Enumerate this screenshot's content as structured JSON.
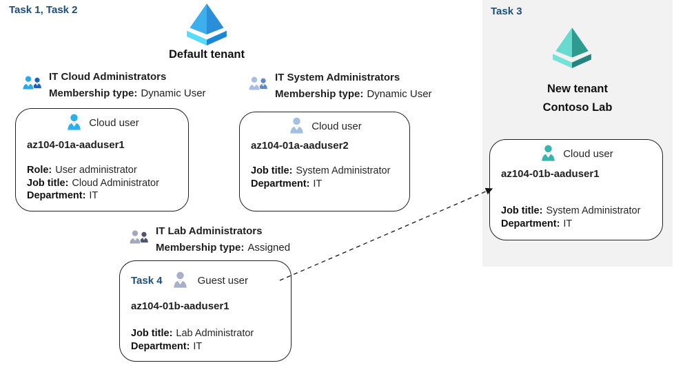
{
  "left_section": {
    "task_label": "Task 1, Task 2",
    "tenant": {
      "name": "Default tenant"
    },
    "groups": [
      {
        "name": "IT Cloud Administrators",
        "membership_label": "Membership type:",
        "membership_value": "Dynamic User"
      },
      {
        "name": "IT System Administrators",
        "membership_label": "Membership type:",
        "membership_value": "Dynamic User"
      },
      {
        "name": "IT Lab Administrators",
        "membership_label": "Membership type:",
        "membership_value": "Assigned"
      }
    ],
    "cards": [
      {
        "user_type": "Cloud user",
        "username": "az104-01a-aaduser1",
        "attributes": [
          {
            "label": "Role:",
            "value": "User administrator"
          },
          {
            "label": "Job title:",
            "value": "Cloud Administrator"
          },
          {
            "label": "Department:",
            "value": "IT"
          }
        ]
      },
      {
        "user_type": "Cloud user",
        "username": "az104-01a-aaduser2",
        "attributes": [
          {
            "label": "Job title:",
            "value": "System Administrator"
          },
          {
            "label": "Department:",
            "value": "IT"
          }
        ]
      },
      {
        "task_label": "Task 4",
        "user_type": "Guest user",
        "username": "az104-01b-aaduser1",
        "attributes": [
          {
            "label": "Job title:",
            "value": "Lab Administrator"
          },
          {
            "label": "Department:",
            "value": "IT"
          }
        ]
      }
    ]
  },
  "right_section": {
    "task_label": "Task 3",
    "tenant": {
      "name_line1": "New tenant",
      "name_line2": "Contoso Lab"
    },
    "card": {
      "user_type": "Cloud user",
      "username": "az104-01b-aaduser1",
      "attributes": [
        {
          "label": "Job title:",
          "value": "System Administrator"
        },
        {
          "label": "Department:",
          "value": "IT"
        }
      ]
    }
  },
  "icons": {
    "tenant_icon": "azure-ad-pyramid",
    "group_icon": "two-users",
    "cloud_user_icon": "single-user",
    "guest_user_icon": "single-user",
    "transfer_arrow": "dashed-arrow"
  },
  "colors": {
    "task_label_text": "#1c4e80",
    "panel_background": "#f2f2f2",
    "card_border": "#1f1f1f",
    "aad_blue_face_light": "#3dafed",
    "aad_blue_face_dark": "#2a8fd8",
    "aad_blue_base_light": "#55dcfb",
    "aad_blue_base_dark": "#1c86d6",
    "aad_teal_face_light": "#68dacf",
    "aad_teal_face_dark": "#2f9a90",
    "aad_teal_base_light": "#74e2d7",
    "aad_teal_base_dark": "#23867c",
    "cloud_user_cyan": "#2bb0e8",
    "cloud_user_slate": "#a3c0e4",
    "cloud_user_teal": "#3ab4ab",
    "guest_user_gray": "#a9afc8",
    "group_cloud_front": "#2aaae8",
    "group_cloud_back": "#1b62c0",
    "group_system_front": "#a6bee2",
    "group_system_back": "#5d88c8",
    "group_lab_front": "#a3a9bd",
    "group_lab_back": "#4f5570"
  }
}
